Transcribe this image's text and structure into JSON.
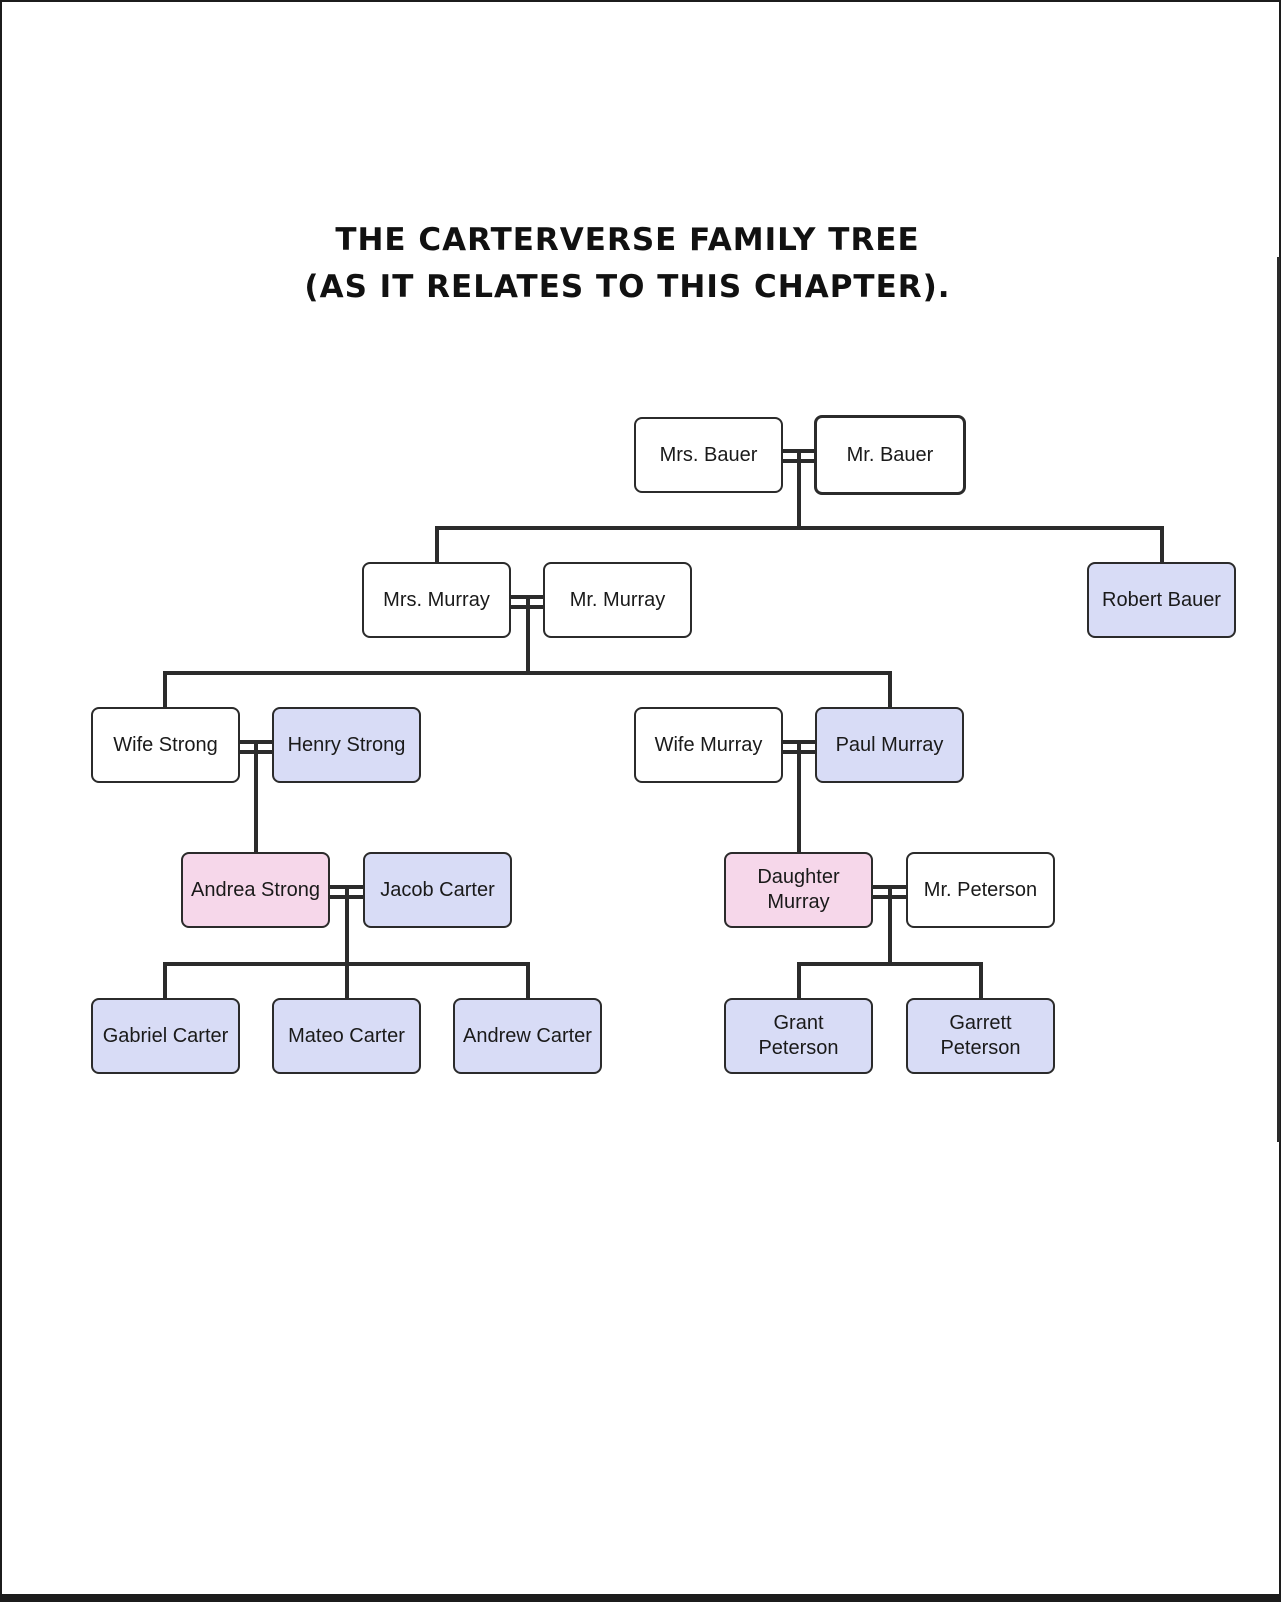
{
  "title": {
    "line1": "THE CARTERVERSE FAMILY TREE",
    "line2": "(AS IT RELATES TO THIS CHAPTER)."
  },
  "nodes": {
    "mrs_bauer": "Mrs. Bauer",
    "mr_bauer": "Mr. Bauer",
    "mrs_murray": "Mrs. Murray",
    "mr_murray": "Mr. Murray",
    "robert_bauer": "Robert Bauer",
    "wife_strong": "Wife Strong",
    "henry_strong": "Henry Strong",
    "wife_murray": "Wife Murray",
    "paul_murray": "Paul Murray",
    "andrea_strong": "Andrea Strong",
    "jacob_carter": "Jacob Carter",
    "daughter_murray": "Daughter Murray",
    "mr_peterson": "Mr. Peterson",
    "gabriel_carter": "Gabriel Carter",
    "mateo_carter": "Mateo Carter",
    "andrew_carter": "Andrew Carter",
    "grant_peterson": "Grant Peterson",
    "garrett_peterson": "Garrett Peterson"
  },
  "colors": {
    "white_box": "#ffffff",
    "blue_box": "#d8dcf6",
    "pink_box": "#f6d7ea",
    "line": "#2b2b2b"
  }
}
